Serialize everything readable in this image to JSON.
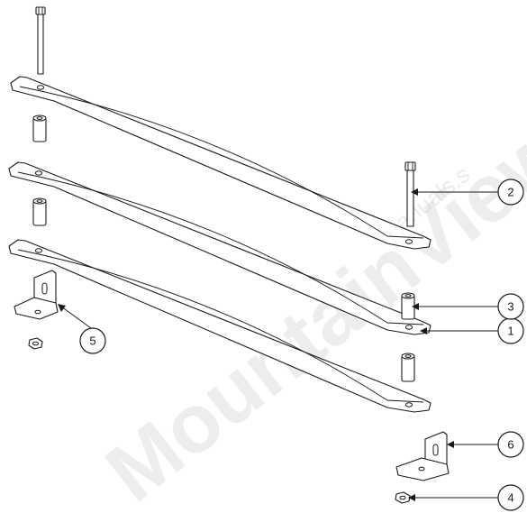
{
  "watermark": {
    "main": "MountainView",
    "sub": "manuals.s"
  },
  "callouts": [
    {
      "id": "leaf-spring",
      "number": "1"
    },
    {
      "id": "long-bolt",
      "number": "2"
    },
    {
      "id": "spacer-tube",
      "number": "3"
    },
    {
      "id": "hex-nut",
      "number": "4"
    },
    {
      "id": "left-bracket",
      "number": "5"
    },
    {
      "id": "right-bracket",
      "number": "6"
    }
  ]
}
